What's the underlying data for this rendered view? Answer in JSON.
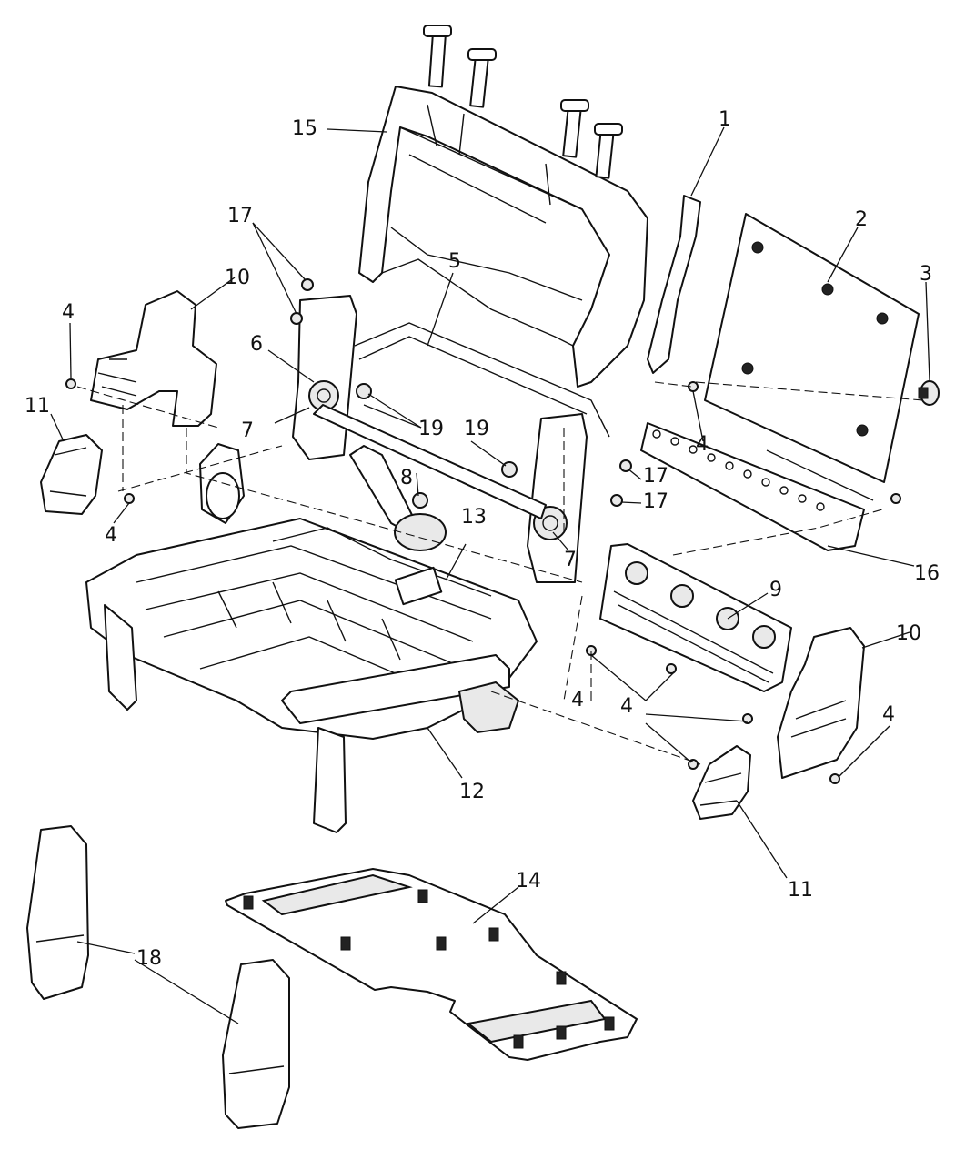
{
  "diagram": {
    "callouts": [
      "1",
      "2",
      "3",
      "4",
      "4",
      "4",
      "4",
      "4",
      "4",
      "5",
      "6",
      "7",
      "7",
      "8",
      "9",
      "10",
      "10",
      "11",
      "11",
      "12",
      "13",
      "14",
      "15",
      "16",
      "17",
      "17",
      "17",
      "18",
      "19",
      "19"
    ]
  }
}
